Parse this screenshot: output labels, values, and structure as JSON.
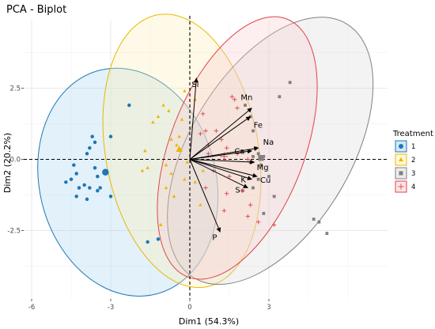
{
  "chart_data": {
    "type": "scatter",
    "title": "PCA - Biplot",
    "xlabel": "Dim1 (54.3%)",
    "ylabel": "Dim2 (20.2%)",
    "xlim": [
      -6.3,
      7.5
    ],
    "ylim": [
      -4.9,
      4.9
    ],
    "xticks": [
      -6,
      -3,
      0,
      3
    ],
    "yticks": [
      -2.5,
      0.0,
      2.5
    ],
    "xtick_labels": [
      "-6",
      "-3",
      "0",
      "3"
    ],
    "ytick_labels": [
      "-2.5",
      "0.0",
      "2.5"
    ],
    "grid": true,
    "reference_lines": {
      "x": 0,
      "y": 0,
      "style": "dashed"
    },
    "legend": {
      "title": "Treatment",
      "placement": "right",
      "entries": [
        {
          "label": "1",
          "color": "#1f77b4",
          "shape": "circle"
        },
        {
          "label": "2",
          "color": "#e7b800",
          "shape": "triangle"
        },
        {
          "label": "3",
          "color": "#808080",
          "shape": "square"
        },
        {
          "label": "4",
          "color": "#e0434b",
          "shape": "plus"
        }
      ]
    },
    "series": [
      {
        "name": "1",
        "color": "#1f77b4",
        "shape": "circle",
        "x": [
          -3.0,
          -2.3,
          -3.7,
          -3.6,
          -3.9,
          -3.6,
          -3.5,
          -4.3,
          -4.5,
          -4.2,
          -3.8,
          -3.5,
          -3.9,
          -4.7,
          -4.3,
          -3.4,
          -3.0,
          -4.0,
          -4.4,
          -3.8,
          -1.2,
          -1.6
        ],
        "y": [
          0.8,
          1.9,
          0.8,
          0.6,
          0.2,
          -0.3,
          -0.6,
          -0.5,
          -0.7,
          -1.0,
          -1.0,
          -1.1,
          -1.4,
          -0.8,
          -1.3,
          -1.0,
          -1.3,
          -0.9,
          -0.2,
          0.4,
          -2.8,
          -2.9
        ],
        "centroid": [
          -3.2,
          -0.45
        ]
      },
      {
        "name": "2",
        "color": "#e7b800",
        "shape": "triangle",
        "x": [
          -0.2,
          0.2,
          -1.0,
          -1.2,
          -1.4,
          -0.8,
          -0.3,
          -0.4,
          -0.5,
          -1.7,
          -1.6,
          -0.9,
          -0.7,
          -0.2,
          0.2,
          -0.9,
          -0.6,
          0.4,
          0.5,
          -0.7,
          -1.8,
          -1.1,
          -0.1
        ],
        "y": [
          2.4,
          2.1,
          1.9,
          1.5,
          1.3,
          1.7,
          1.4,
          0.8,
          0.5,
          0.3,
          -0.3,
          -0.2,
          -0.5,
          -0.7,
          -0.8,
          -1.0,
          -1.3,
          -1.6,
          -0.4,
          0.7,
          -0.4,
          -2.3,
          -0.1
        ],
        "centroid": [
          -0.4,
          0.35
        ]
      },
      {
        "name": "3",
        "color": "#808080",
        "shape": "square",
        "x": [
          2.8,
          2.7,
          2.6,
          2.1,
          2.3,
          2.4,
          2.5,
          3.2,
          2.8,
          2.0,
          2.6,
          3.4,
          3.8,
          4.7,
          5.2,
          4.9,
          2.3,
          2.4,
          3.0,
          2.4
        ],
        "y": [
          0.1,
          -0.2,
          -0.7,
          1.9,
          1.5,
          1.0,
          0.4,
          -1.3,
          -1.9,
          -1.1,
          0.2,
          2.2,
          2.7,
          -2.1,
          -2.6,
          -2.2,
          -0.1,
          -1.0,
          -0.6,
          0.1
        ],
        "centroid": [
          2.7,
          0.05
        ]
      },
      {
        "name": "4",
        "color": "#e0434b",
        "shape": "plus",
        "x": [
          1.6,
          1.7,
          0.5,
          0.6,
          0.4,
          0.7,
          1.0,
          1.2,
          1.4,
          1.8,
          2.2,
          0.9,
          0.6,
          1.4,
          2.3,
          2.0,
          1.5,
          1.3,
          2.2,
          2.6,
          3.2,
          1.8,
          0.7
        ],
        "y": [
          2.2,
          2.1,
          1.6,
          1.0,
          0.9,
          0.5,
          1.0,
          0.7,
          0.4,
          0.2,
          0.0,
          -0.4,
          -1.0,
          -1.2,
          -1.6,
          -1.1,
          -0.6,
          -1.8,
          -2.0,
          -2.2,
          -2.3,
          1.8,
          0.2
        ],
        "centroid": [
          1.3,
          0.1
        ]
      }
    ],
    "ellipses": [
      {
        "group": "1",
        "cx": -2.35,
        "cy": -0.8,
        "rx": 3.35,
        "ry": 4.05,
        "angle": -14,
        "color": "#1f77b4",
        "fill": "#a6d2ee"
      },
      {
        "group": "2",
        "cx": -0.3,
        "cy": 0.3,
        "rx": 2.9,
        "ry": 4.85,
        "angle": -10,
        "color": "#e7b800",
        "fill": "#fff1b3"
      },
      {
        "group": "3",
        "cx": 3.05,
        "cy": 0.3,
        "rx": 3.05,
        "ry": 5.2,
        "angle": 31,
        "color": "#808080",
        "fill": "#d9d9d9"
      },
      {
        "group": "4",
        "cx": 1.8,
        "cy": 0.4,
        "rx": 2.55,
        "ry": 4.85,
        "angle": 21,
        "color": "#e0434b",
        "fill": "#f8c9cc"
      }
    ],
    "vectors": [
      {
        "label": "Si",
        "x": 0.25,
        "y": 2.85
      },
      {
        "label": "Mn",
        "x": 2.35,
        "y": 1.8
      },
      {
        "label": "Fe",
        "x": 2.3,
        "y": 1.5
      },
      {
        "label": "Na",
        "x": 2.6,
        "y": 0.4
      },
      {
        "label": "Ca",
        "x": 2.35,
        "y": 0.3
      },
      {
        "label": "Mg",
        "x": 2.45,
        "y": -0.1
      },
      {
        "label": "Cu",
        "x": 2.55,
        "y": -0.6
      },
      {
        "label": "K",
        "x": 2.35,
        "y": -0.7
      },
      {
        "label": "S",
        "x": 2.2,
        "y": -1.0
      },
      {
        "label": "P",
        "x": 1.15,
        "y": -2.55
      }
    ]
  }
}
